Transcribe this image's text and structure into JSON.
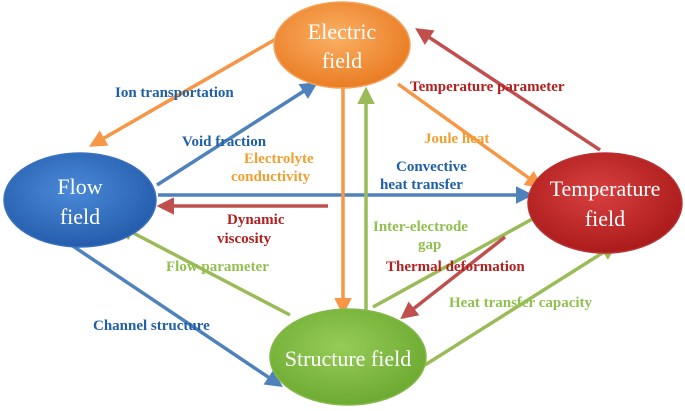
{
  "nodes": {
    "electric": {
      "label_line1": "Electric",
      "label_line2": "field",
      "color": "#f58a2a"
    },
    "flow": {
      "label_line1": "Flow",
      "label_line2": "field",
      "color": "#2e6fc4"
    },
    "temperature": {
      "label_line1": "Temperature",
      "label_line2": "field",
      "color": "#c42525"
    },
    "structure": {
      "label": "Structure field",
      "color": "#7ab83c"
    }
  },
  "edges": {
    "ion_transportation": "Ion transportation",
    "temperature_parameter": "Temperature parameter",
    "void_fraction": "Void fraction",
    "electrolyte_conductivity_line1": "Electrolyte",
    "electrolyte_conductivity_line2": "conductivity",
    "joule_heat": "Joule heat",
    "convective_line1": "Convective",
    "convective_line2": "heat transfer",
    "dynamic_viscosity_line1": "Dynamic",
    "dynamic_viscosity_line2": "viscosity",
    "inter_electrode_line1": "Inter-electrode",
    "inter_electrode_line2": "gap",
    "flow_parameter": "Flow parameter",
    "thermal_deformation": "Thermal deformation",
    "heat_transfer_capacity": "Heat transfer capacity",
    "channel_structure": "Channel structure"
  },
  "colors": {
    "orange": "#f79646",
    "blue": "#4f81bd",
    "red": "#c0504d",
    "green": "#9bbb59",
    "label_blue": "#1f5fa8",
    "label_orange": "#f0a030",
    "label_red": "#b32020",
    "label_green": "#92c050"
  }
}
